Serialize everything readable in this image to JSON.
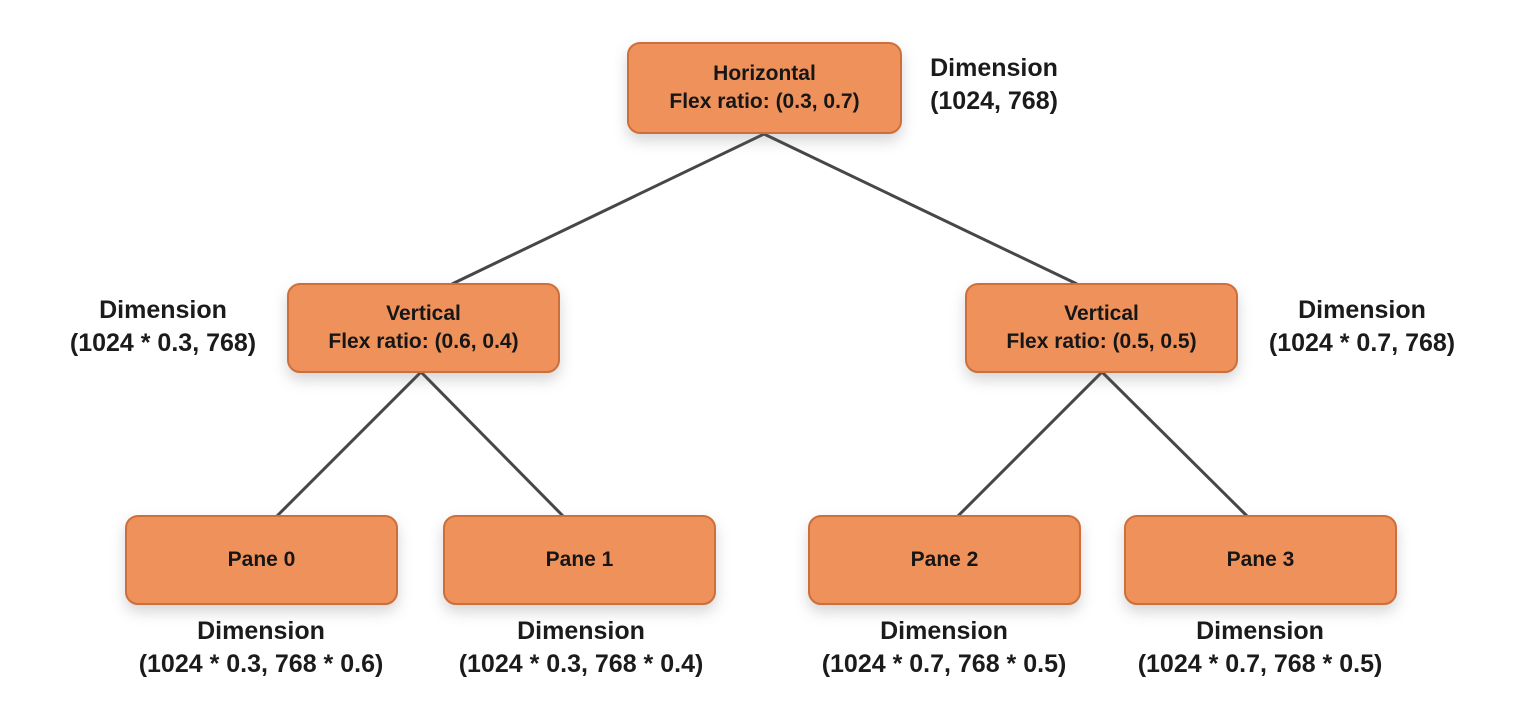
{
  "colors": {
    "background": "#ffffff",
    "node_fill": "#EF915A",
    "node_border": "#CE6E3B",
    "edge": "#474747",
    "text": "#1b1b1b"
  },
  "tree": {
    "root": {
      "type": "Horizontal",
      "flex_ratio": "Flex ratio: (0.3, 0.7)",
      "dimension": [
        "Dimension",
        "(1024, 768)"
      ]
    },
    "left_split": {
      "type": "Vertical",
      "flex_ratio": "Flex ratio: (0.6, 0.4)",
      "dimension": [
        "Dimension",
        "(1024 * 0.3, 768)"
      ]
    },
    "right_split": {
      "type": "Vertical",
      "flex_ratio": "Flex ratio: (0.5, 0.5)",
      "dimension": [
        "Dimension",
        "(1024 * 0.7, 768)"
      ]
    },
    "panes": [
      {
        "label": "Pane 0",
        "dimension": [
          "Dimension",
          "(1024 * 0.3, 768 * 0.6)"
        ]
      },
      {
        "label": "Pane 1",
        "dimension": [
          "Dimension",
          "(1024 * 0.3, 768 * 0.4)"
        ]
      },
      {
        "label": "Pane 2",
        "dimension": [
          "Dimension",
          "(1024 * 0.7, 768 * 0.5)"
        ]
      },
      {
        "label": "Pane 3",
        "dimension": [
          "Dimension",
          "(1024 * 0.7, 768 * 0.5)"
        ]
      }
    ]
  }
}
